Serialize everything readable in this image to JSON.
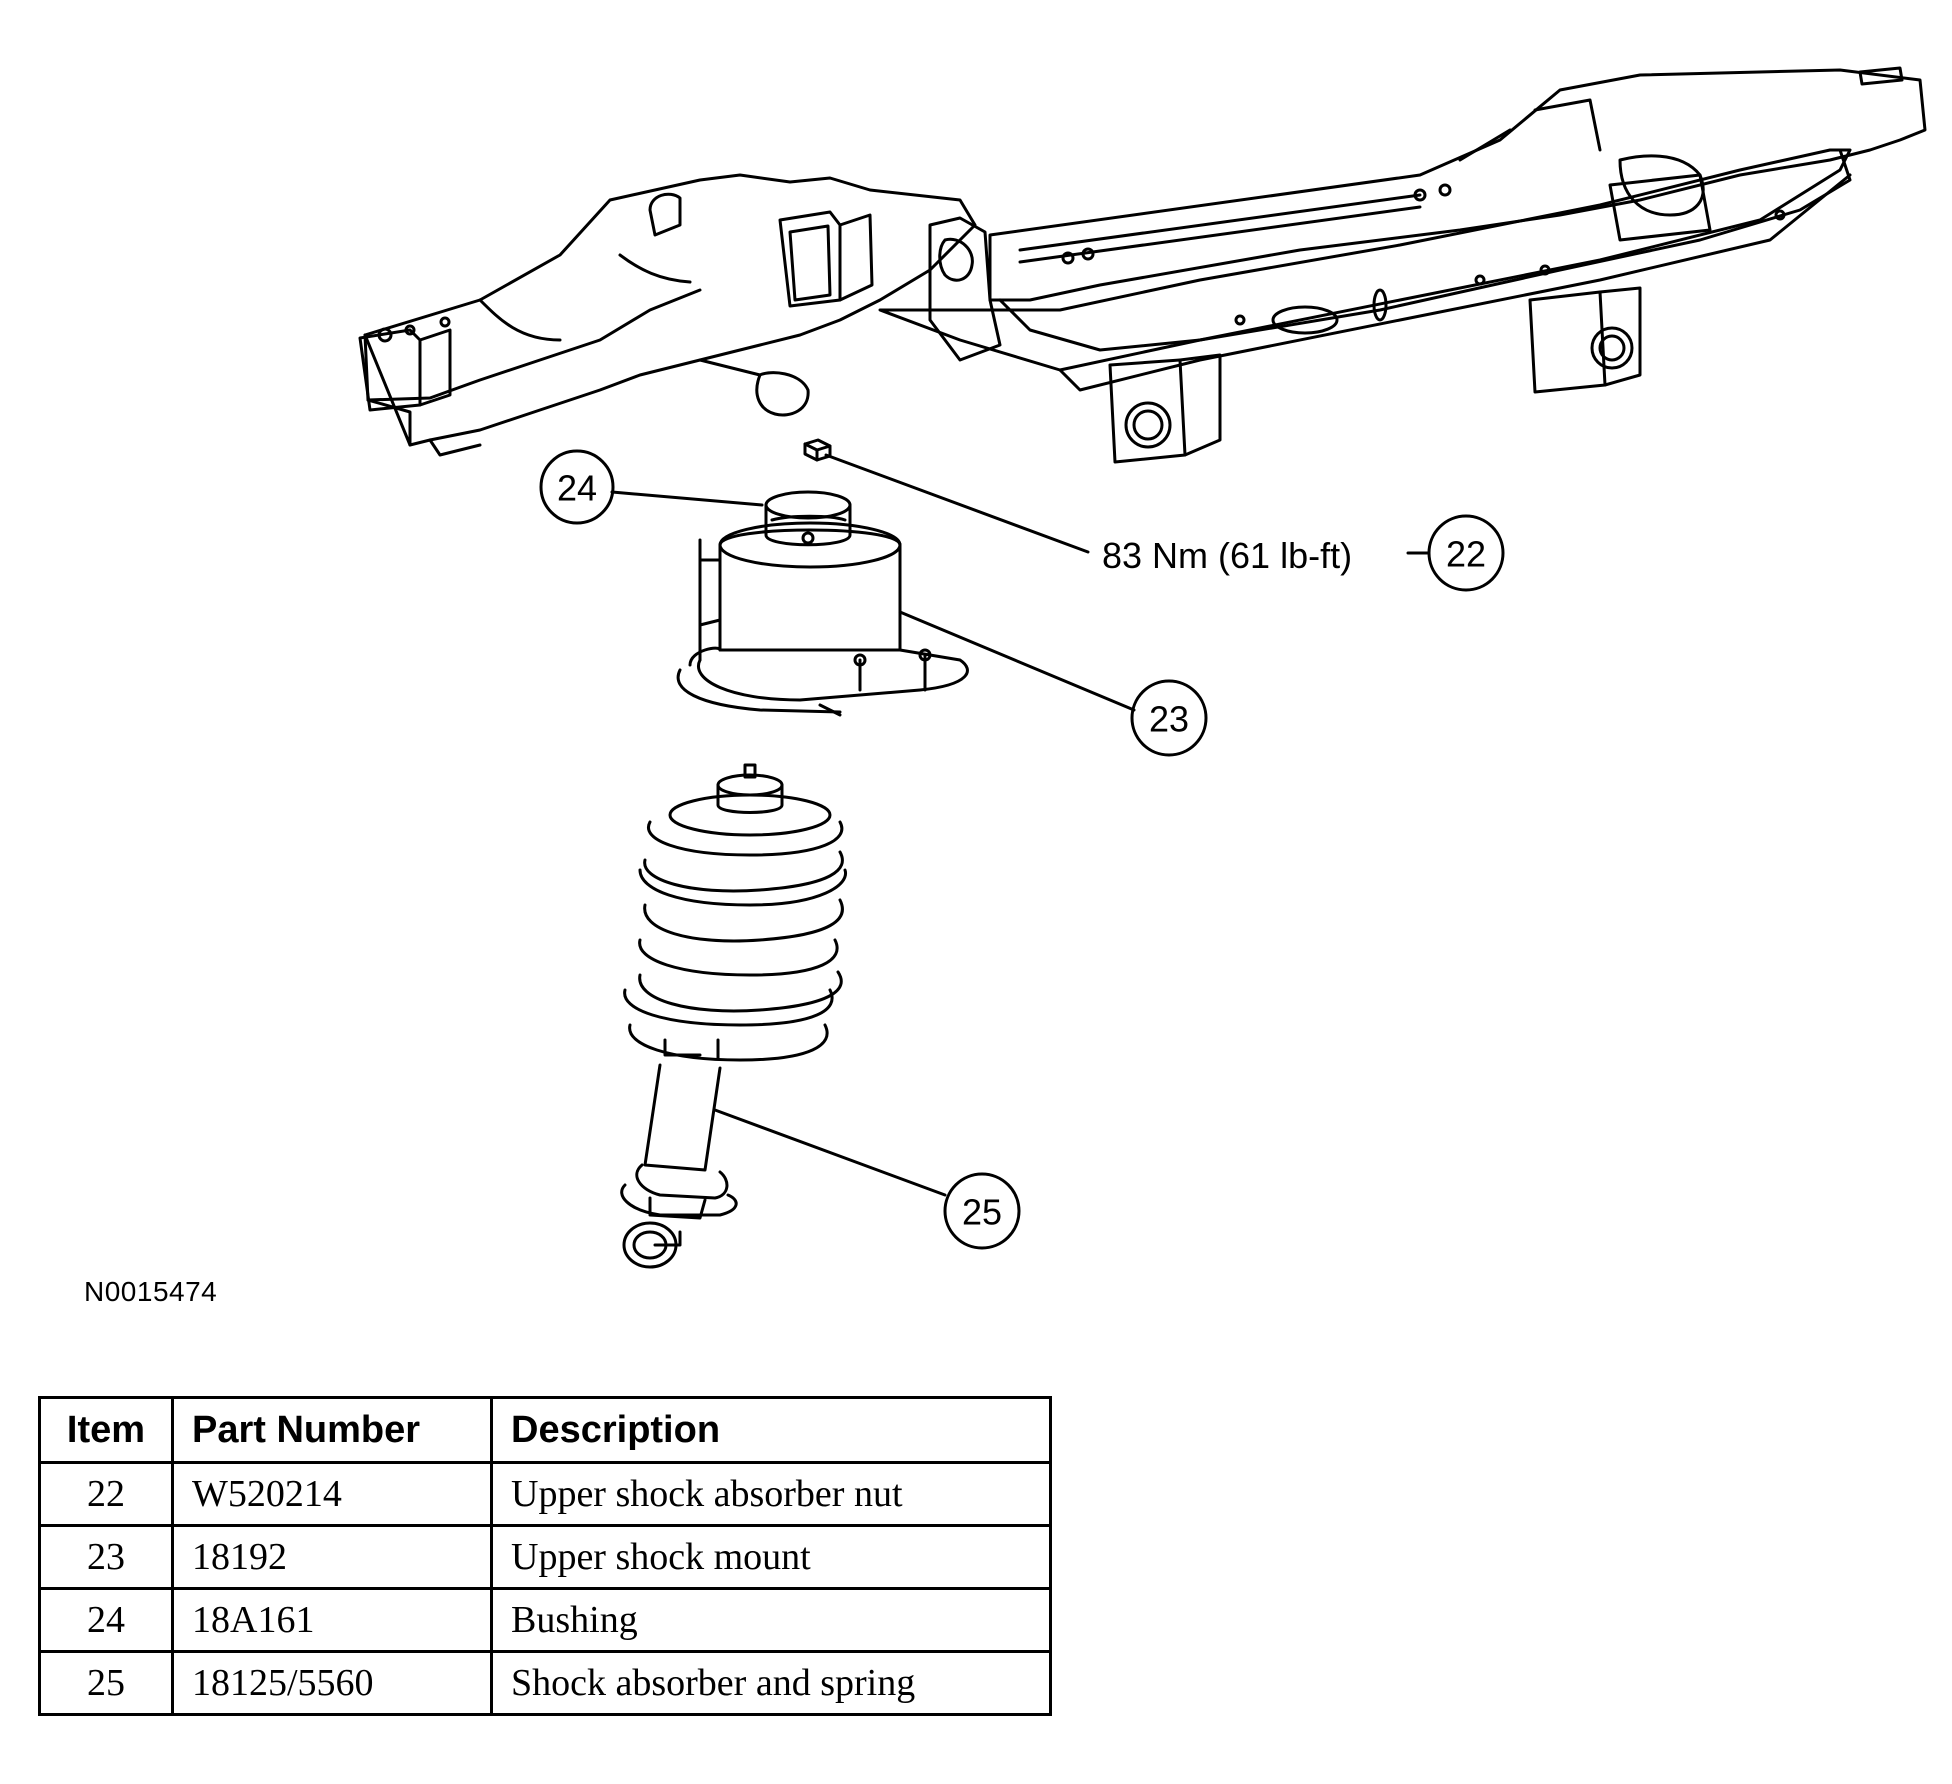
{
  "figure_id": "N0015474",
  "torque_spec": "83 Nm (61 lb-ft)",
  "callouts": {
    "c22": "22",
    "c23": "23",
    "c24": "24",
    "c25": "25"
  },
  "table": {
    "headers": [
      "Item",
      "Part Number",
      "Description"
    ],
    "rows": [
      {
        "item": "22",
        "part": "W520214",
        "desc": "Upper shock absorber nut"
      },
      {
        "item": "23",
        "part": "18192",
        "desc": "Upper shock mount"
      },
      {
        "item": "24",
        "part": "18A161",
        "desc": "Bushing"
      },
      {
        "item": "25",
        "part": "18125/5560",
        "desc": "Shock absorber and spring"
      }
    ]
  }
}
